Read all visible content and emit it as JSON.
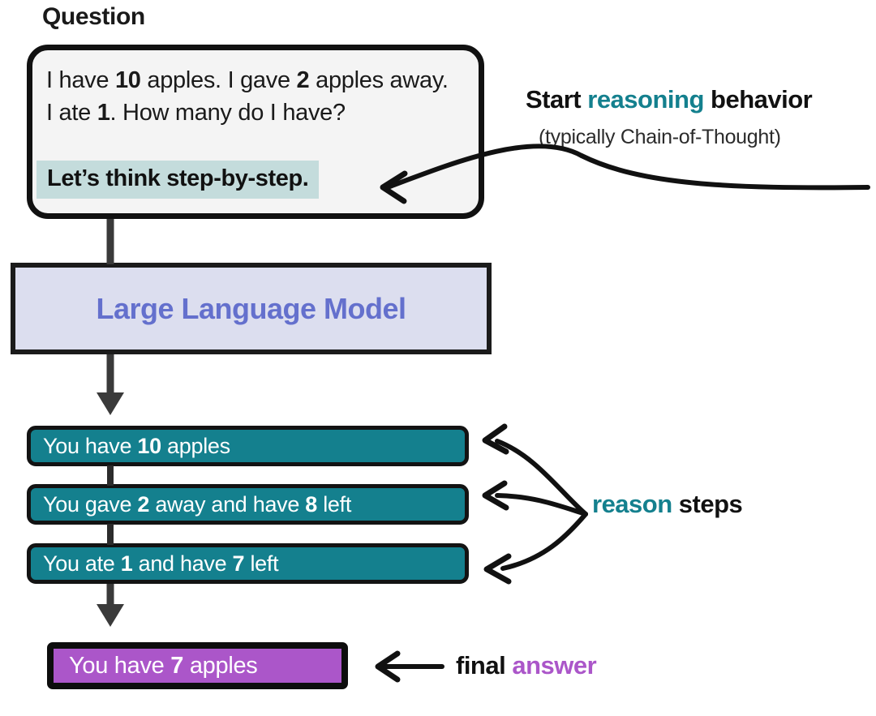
{
  "diagram": {
    "title_label": "Question",
    "question": {
      "text_html": "I have <b>10</b> apples. I gave <b>2</b> apples away. I ate <b>1</b>. How many do I have?",
      "text_plain": "I have 10 apples. I gave 2 apples away. I ate 1. How many do I have?",
      "cot_prompt": "Let’s think step-by-step.",
      "highlight_color": "#c4dcdc",
      "box_fill": "#f4f4f4",
      "box_border": "#111111"
    },
    "annotations": {
      "start_reasoning": {
        "prefix": "Start ",
        "accent": "reasoning",
        "suffix": " behavior",
        "subtitle": "(typically Chain-of-Thought)",
        "accent_color": "#14808e"
      },
      "reason_steps": {
        "accent": "reason",
        "suffix": " steps",
        "accent_color": "#14808e"
      },
      "final_answer": {
        "prefix": "final ",
        "accent": "answer",
        "accent_color": "#ab56c9"
      }
    },
    "model": {
      "label": "Large Language Model",
      "box_fill": "#dcdeef",
      "text_color": "#6470cd",
      "box_border": "#1b1b1b"
    },
    "steps": [
      {
        "text_html": "You have <b>10</b> apples",
        "text_plain": "You have 10 apples"
      },
      {
        "text_html": "You gave <b>2</b> away and have <b>8</b> left",
        "text_plain": "You gave 2 away and have 8 left"
      },
      {
        "text_html": "You ate <b>1</b> and have <b>7</b> left",
        "text_plain": "You ate 1 and have 7 left"
      }
    ],
    "step_style": {
      "fill": "#14808e",
      "text_color": "#ffffff",
      "border": "#131313"
    },
    "final": {
      "text_html": "You have <b>7</b> apples",
      "text_plain": "You have 7 apples",
      "fill": "#ab56c9",
      "text_color": "#ffffff",
      "border": "#0d0d0d"
    },
    "connector_color": "#3a3a3a",
    "arrow_color": "#111111"
  }
}
